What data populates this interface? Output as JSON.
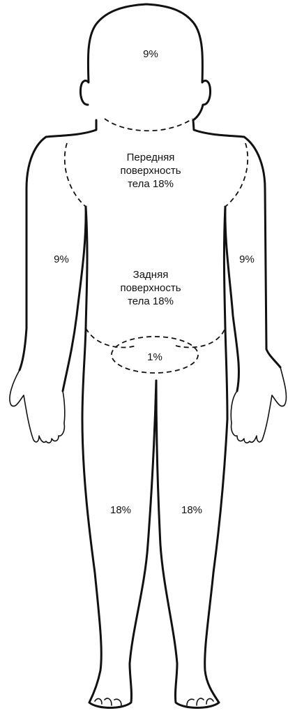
{
  "labels": {
    "head": "9%",
    "front_torso": [
      "Передняя",
      "поверхность",
      "тела 18%"
    ],
    "back_torso": [
      "Задняя",
      "поверхность",
      "тела 18%"
    ],
    "left_arm": "9%",
    "right_arm": "9%",
    "genital": "1%",
    "left_leg": "18%",
    "right_leg": "18%"
  }
}
